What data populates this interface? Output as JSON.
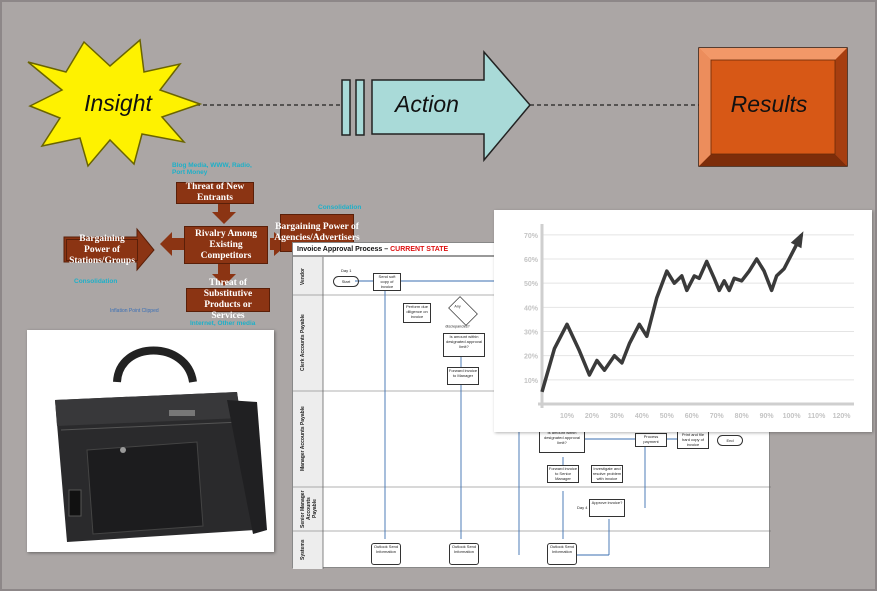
{
  "flow": {
    "insight": "Insight",
    "action": "Action",
    "results": "Results"
  },
  "porter": {
    "new_entrants": "Threat of New Entrants",
    "rivalry": "Rivalry Among Existing Competitors",
    "buyers": "Bargaining Power of Agencies/Advertisers",
    "suppliers": "Bargaining Power of Stations/Groups",
    "substitutes": "Threat of Substitutive Products or Services",
    "cyan_top": "Blog Media, WWW, Radio, Port Money",
    "cyan_right": "Consolidation",
    "cyan_left": "Consolidation",
    "cyan_bottom": "Internet, Other media",
    "note_bottom": "Inflation Point Clipped"
  },
  "process": {
    "title": "Invoice Approval Process – ",
    "state": "CURRENT STATE",
    "lanes": [
      "Vendor",
      "Clerk Accounts Payable",
      "Manager Accounts Payable",
      "Senior Manager Accounts Payable",
      "Systems"
    ],
    "nodes": {
      "start": "Start",
      "send_copy": "Send soft copy of invoice",
      "perform": "Perform due diligence on invoice",
      "discrepancies": "Any discrepancies?",
      "within_limit": "Is amount within designated approval limit?",
      "forward_manager": "Forward invoice to Manager",
      "mgr_limit": "Is amount within designated approval limit?",
      "process_payment": "Process payment",
      "print_file": "Print and file hard copy of invoice",
      "end": "End",
      "forward_senior": "Forward invoice to Senior Manager",
      "investigate": "Investigate and resolve problem with invoice",
      "approve": "Approve invoice?",
      "day4": "Day 4",
      "day1": "Day 1",
      "db": "Outlook Send Information"
    }
  },
  "chart_data": {
    "type": "line",
    "title": "",
    "xlabel": "",
    "ylabel": "",
    "x_ticks": [
      "10%",
      "20%",
      "30%",
      "40%",
      "50%",
      "60%",
      "70%",
      "80%",
      "90%",
      "100%",
      "110%",
      "120%"
    ],
    "y_ticks": [
      "10%",
      "20%",
      "30%",
      "40%",
      "50%",
      "60%",
      "70%"
    ],
    "xlim": [
      0,
      125
    ],
    "ylim": [
      0,
      72
    ],
    "grid": true,
    "series": [
      {
        "x": [
          0,
          5,
          10,
          15,
          19,
          22,
          25,
          29,
          32,
          35,
          39,
          42,
          46,
          50,
          53,
          56,
          58,
          61,
          63,
          66,
          69,
          71,
          73,
          75,
          77,
          80,
          83,
          86,
          89,
          92,
          94,
          97,
          100,
          104
        ],
        "y": [
          5,
          23,
          33,
          22,
          12,
          18,
          14,
          20,
          17,
          25,
          33,
          28,
          44,
          55,
          50,
          53,
          47,
          53,
          52,
          59,
          52,
          47,
          51,
          47,
          52,
          51,
          55,
          60,
          55,
          47,
          53,
          56,
          62,
          70
        ]
      }
    ]
  }
}
